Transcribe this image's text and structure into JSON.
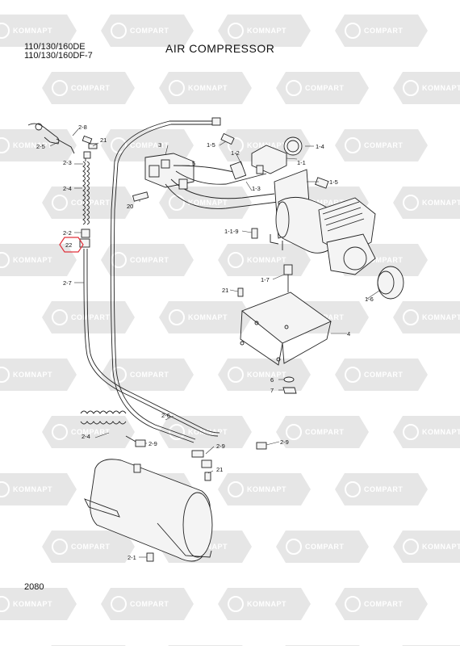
{
  "header": {
    "model_line_1": "110/130/160DE",
    "model_line_2": "110/130/160DF-7",
    "title": "AIR COMPRESSOR"
  },
  "footer": {
    "page_number": "2080"
  },
  "watermark": {
    "text_a": "KOMNAPT",
    "text_b": "COMPART",
    "color": "#e6e6e6"
  },
  "highlight_color": "#e0303a",
  "callouts": {
    "c2_5": "2-5",
    "c2_8": "2-8",
    "c21_top": "21",
    "c2_3": "2-3",
    "c2_4_top": "2-4",
    "c2_2": "2-2",
    "c22": "22",
    "c2_7": "2-7",
    "c3": "3",
    "c5": "5",
    "c20": "20",
    "c1_5_top": "1-5",
    "c1_2": "1-2",
    "c1_4": "1-4",
    "c1_1": "1-1",
    "c1_5_mid": "1-5",
    "c1_3": "1-3",
    "c1_1_9": "1-1-9",
    "c1_7": "1-7",
    "c1_6": "1-6",
    "c21_mid": "21",
    "c4": "4",
    "c6": "6",
    "c7": "7",
    "c2_6": "2-6",
    "c2_4_bot": "2-4",
    "c2_9_a": "2-9",
    "c2_9_b": "2-9",
    "c2_9_c": "2-9",
    "c21_bot": "21",
    "c2_1": "2-1"
  }
}
